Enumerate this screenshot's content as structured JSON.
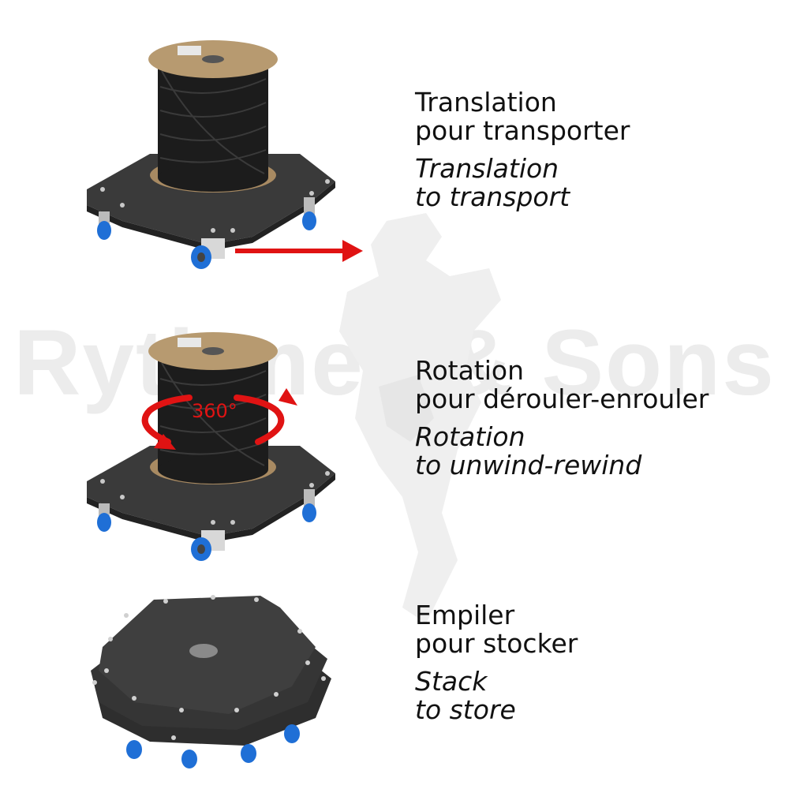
{
  "watermark": {
    "text": "Rythmes & Sons"
  },
  "sections": [
    {
      "fr_line1": "Translation",
      "fr_line2": "pour transporter",
      "en_line1": "Translation",
      "en_line2": "to transport"
    },
    {
      "fr_line1": "Rotation",
      "fr_line2": "pour dérouler-enrouler",
      "en_line1": "Rotation",
      "en_line2": "to unwind-rewind",
      "rotation_label": "360°"
    },
    {
      "fr_line1": "Empiler",
      "fr_line2": "pour stocker",
      "en_line1": "Stack",
      "en_line2": "to store"
    }
  ],
  "colors": {
    "accent_red": "#e01313",
    "dolly_plate": "#3a3a3a",
    "caster_blue": "#1f6fd6",
    "cable": "#1c1c1c",
    "spool_wood": "#b79a70"
  }
}
